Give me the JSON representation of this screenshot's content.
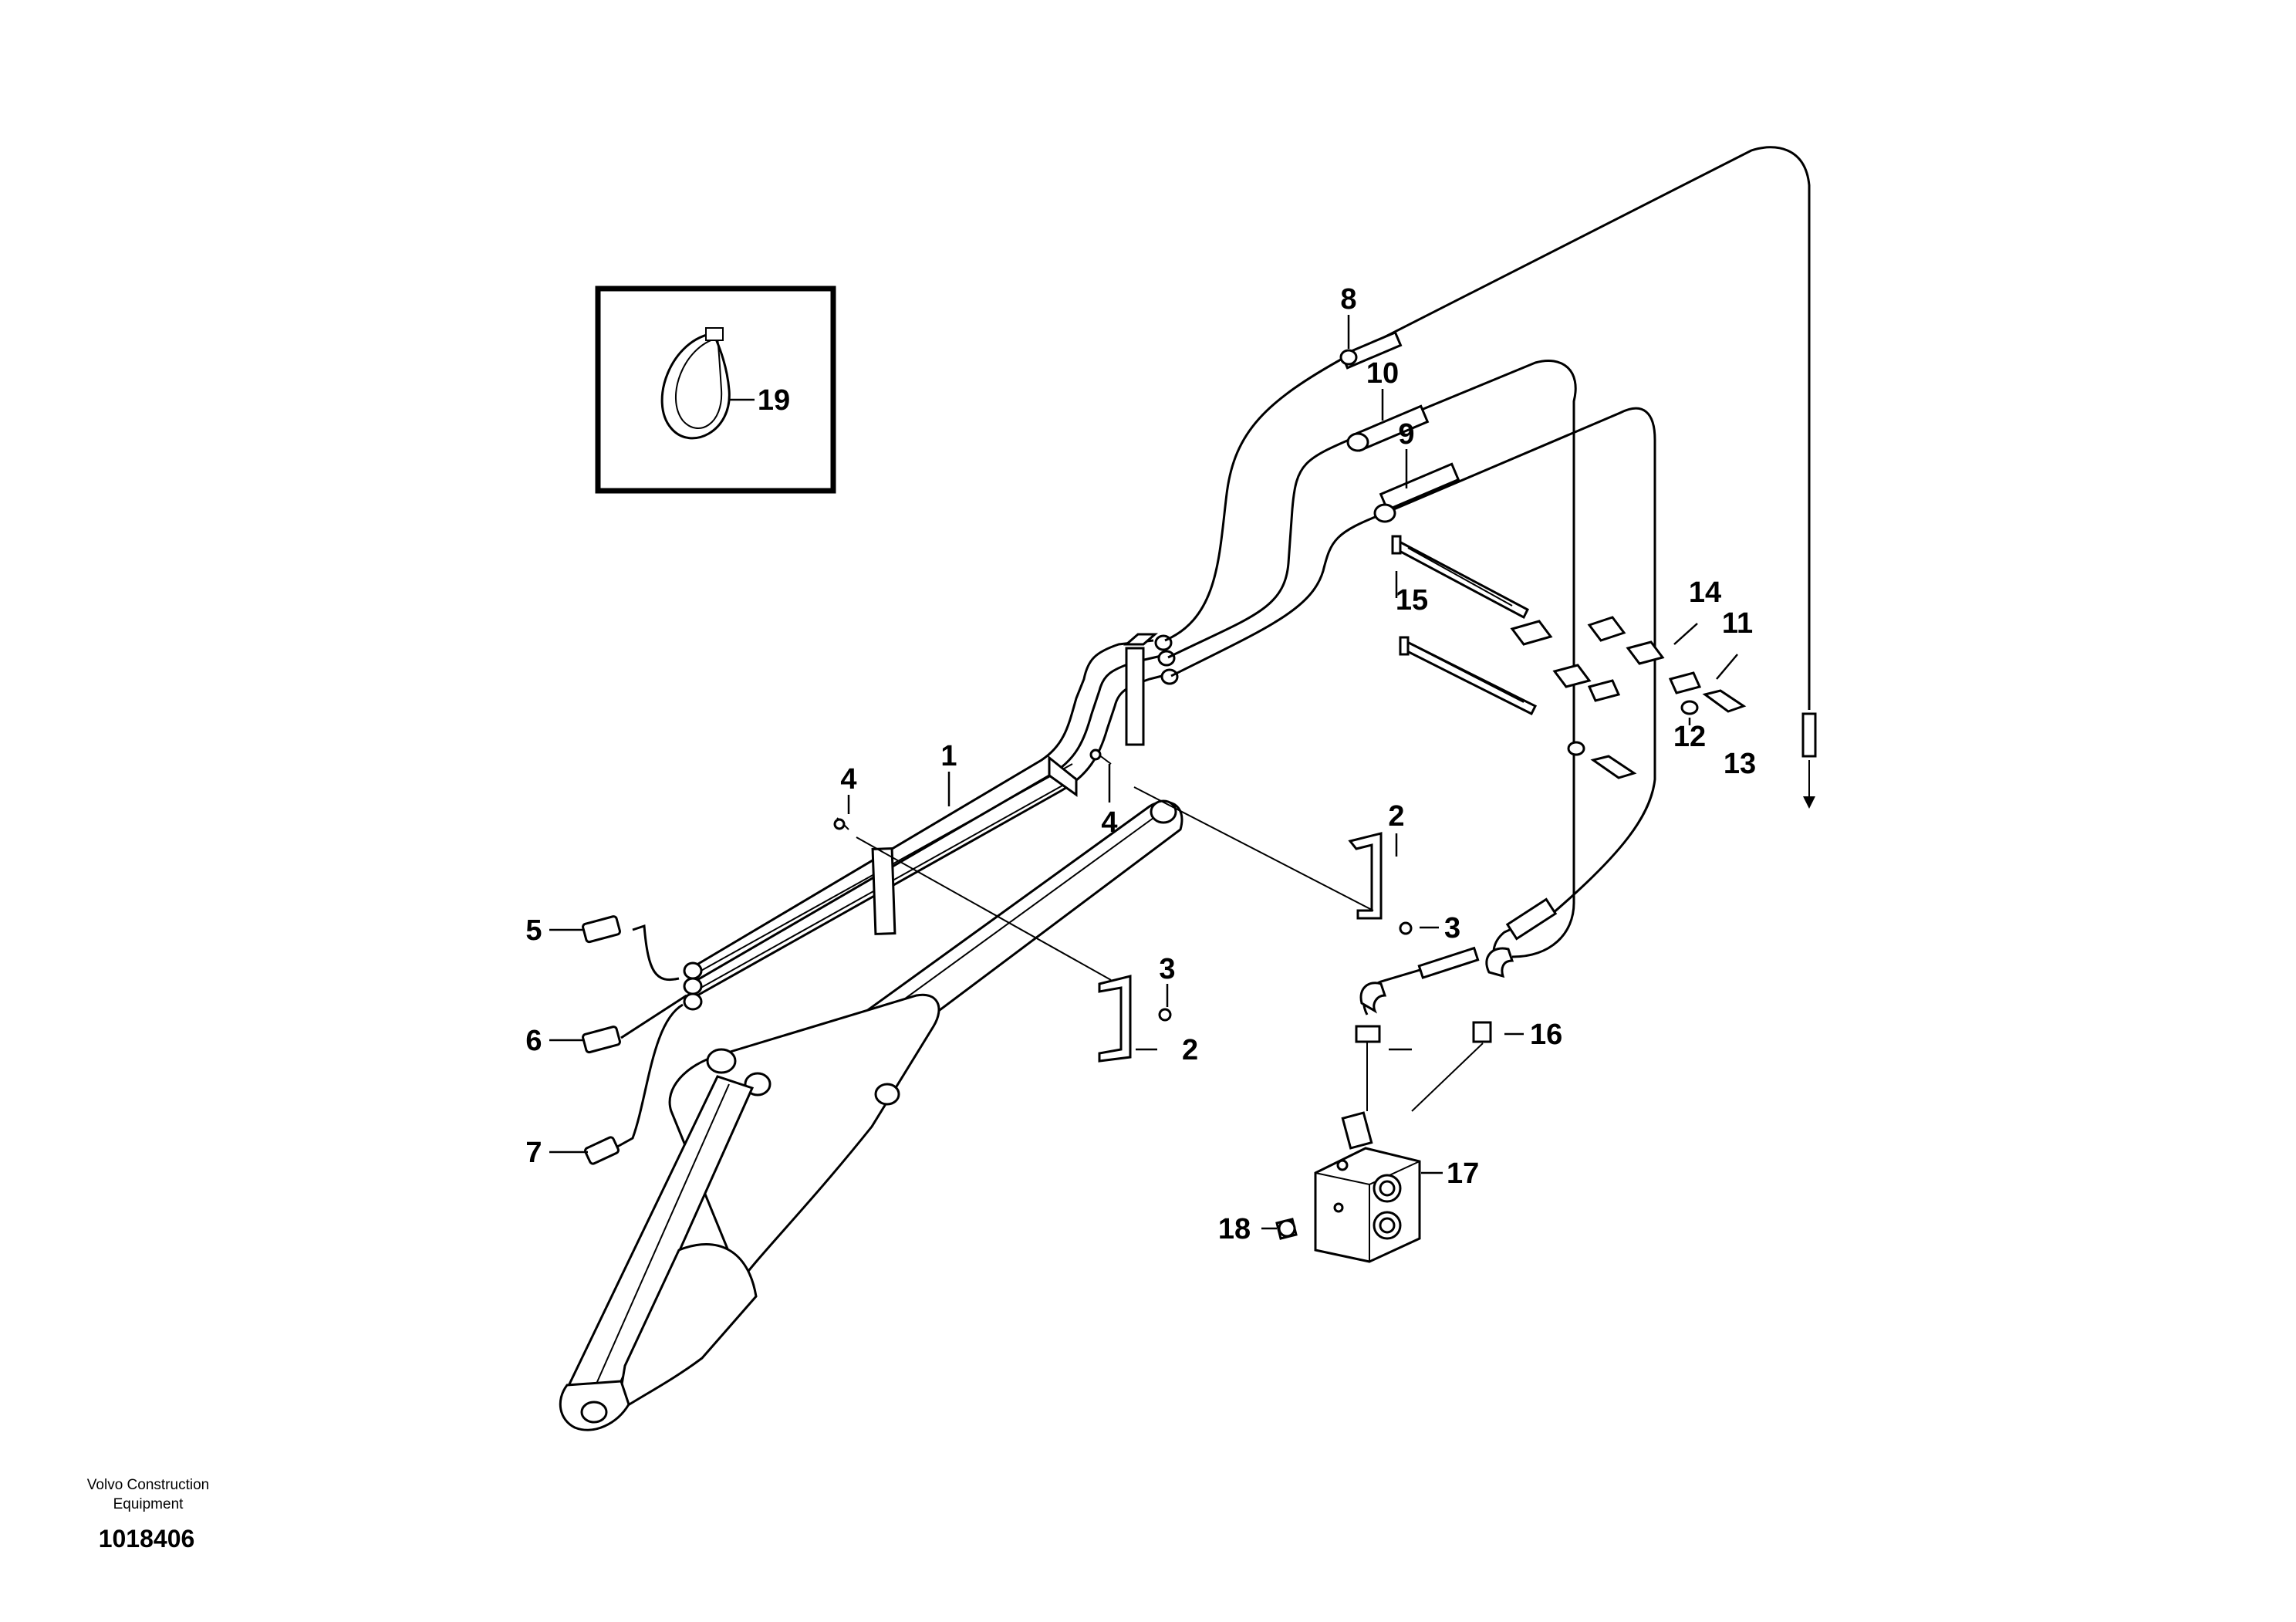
{
  "diagram": {
    "callouts": {
      "c1": "1",
      "c2a": "2",
      "c2b": "2",
      "c3a": "3",
      "c3b": "3",
      "c4a": "4",
      "c4b": "4",
      "c5": "5",
      "c6": "6",
      "c7": "7",
      "c8": "8",
      "c9": "9",
      "c10": "10",
      "c11": "11",
      "c12": "12",
      "c13": "13",
      "c14": "14",
      "c15": "15",
      "c16": "16",
      "c17": "17",
      "c18": "18",
      "c19": "19"
    }
  },
  "footer": {
    "company_line1": "Volvo Construction",
    "company_line2": "Equipment",
    "drawing_id": "1018406"
  }
}
